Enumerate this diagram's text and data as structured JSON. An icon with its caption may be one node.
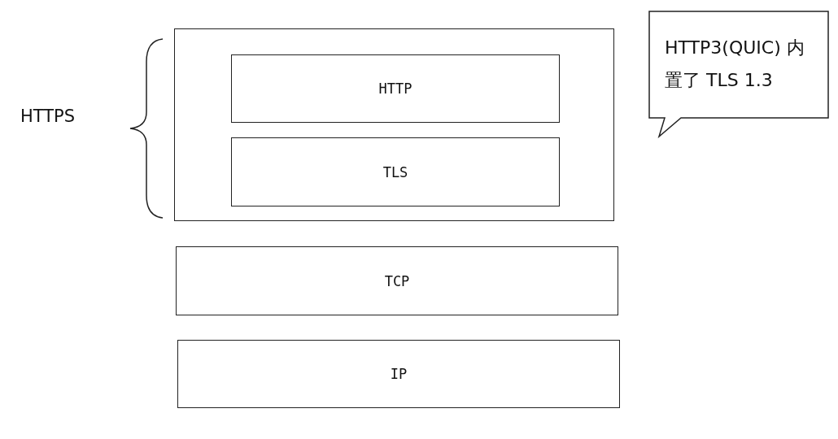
{
  "diagram": {
    "nodes": [
      {
        "text": [],
        "shape": "box"
      },
      {
        "text": [
          "HTTP"
        ],
        "in": 0
      },
      {
        "text": [
          "TLS"
        ],
        "in": 0
      },
      {
        "text": [
          "TCP"
        ]
      },
      {
        "text": [
          "IP"
        ]
      },
      {
        "text": [
          "HTTP3(QUIC) 内置了 TLS 1.3"
        ]
      }
    ],
    "edges": [],
    "labels": [
      "HTTPS"
    ]
  }
}
